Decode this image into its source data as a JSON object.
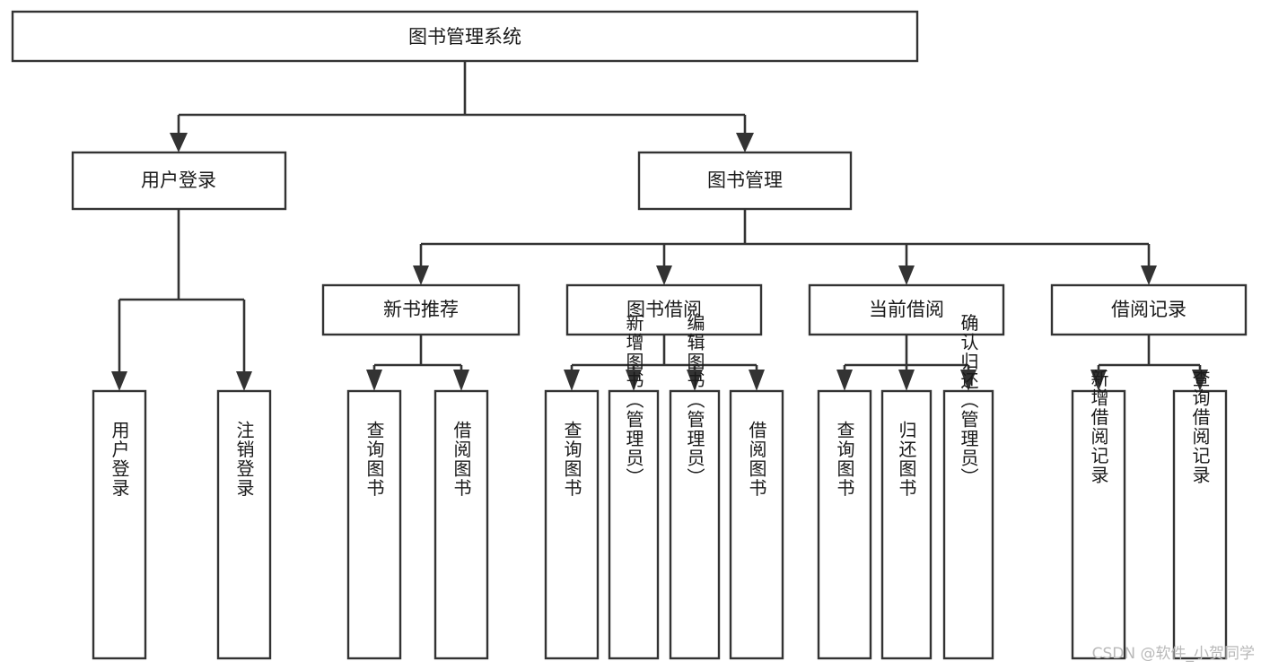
{
  "diagram": {
    "type": "tree-hierarchy-chart",
    "title": "图书管理系统",
    "orientation": "top-down",
    "colors": {
      "background": "#ffffff",
      "box_stroke": "#333333",
      "box_fill": "#ffffff",
      "text": "#1a1a1a",
      "connector": "#333333",
      "watermark": "#b9b9b9"
    },
    "root": {
      "label": "图书管理系统"
    },
    "level2": [
      {
        "id": "user-login",
        "label": "用户登录"
      },
      {
        "id": "book-management",
        "label": "图书管理"
      }
    ],
    "level3": [
      {
        "id": "new-book-recommend",
        "label": "新书推荐"
      },
      {
        "id": "book-borrow",
        "label": "图书借阅"
      },
      {
        "id": "current-borrow",
        "label": "当前借阅"
      },
      {
        "id": "borrow-record",
        "label": "借阅记录"
      }
    ],
    "leaves": {
      "user-login": [
        {
          "id": "leaf-user-login",
          "label": "用户登录"
        },
        {
          "id": "leaf-user-logout",
          "label": "注销登录"
        }
      ],
      "new-book-recommend": [
        {
          "id": "leaf-query-book-1",
          "label": "查询图书"
        },
        {
          "id": "leaf-borrow-book-1",
          "label": "借阅图书"
        }
      ],
      "book-borrow": [
        {
          "id": "leaf-query-book-2",
          "label": "查询图书"
        },
        {
          "id": "leaf-add-book",
          "label": "新增图书（管理员）"
        },
        {
          "id": "leaf-edit-book",
          "label": "编辑图书（管理员）"
        },
        {
          "id": "leaf-borrow-book-2",
          "label": "借阅图书"
        }
      ],
      "current-borrow": [
        {
          "id": "leaf-query-book-3",
          "label": "查询图书"
        },
        {
          "id": "leaf-return-book",
          "label": "归还图书"
        },
        {
          "id": "leaf-confirm-return",
          "label": "确认归还（管理员）"
        }
      ],
      "borrow-record": [
        {
          "id": "leaf-add-record",
          "label": "新增借阅记录"
        },
        {
          "id": "leaf-query-record",
          "label": "查询借阅记录"
        }
      ]
    }
  },
  "watermark": {
    "text": "CSDN @软件_小贺同学"
  }
}
